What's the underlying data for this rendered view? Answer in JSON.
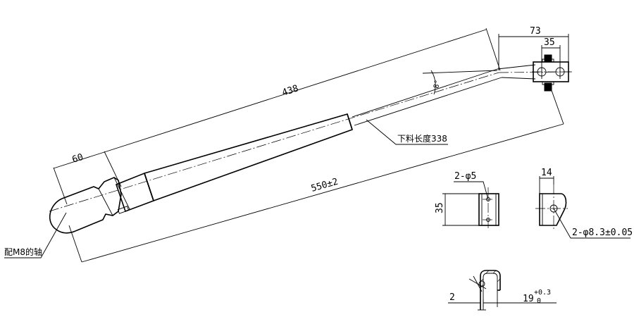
{
  "dimensions": {
    "overall_length": "438",
    "tube_length": "550±2",
    "head_length": "60",
    "bracket_width": "73",
    "hole_pitch": "35",
    "bend_angle": "8°",
    "side_height": "35",
    "side_width": "14",
    "holes_small": "2-φ5",
    "holes_large": "2-φ8.3±0.05",
    "thickness": "2",
    "inner_width_base": "19",
    "inner_width_tol_upper": "+0.3",
    "inner_width_tol_lower": "0"
  },
  "notes": {
    "cut_length": "下料长度338",
    "shaft_note": "配M8的轴"
  }
}
